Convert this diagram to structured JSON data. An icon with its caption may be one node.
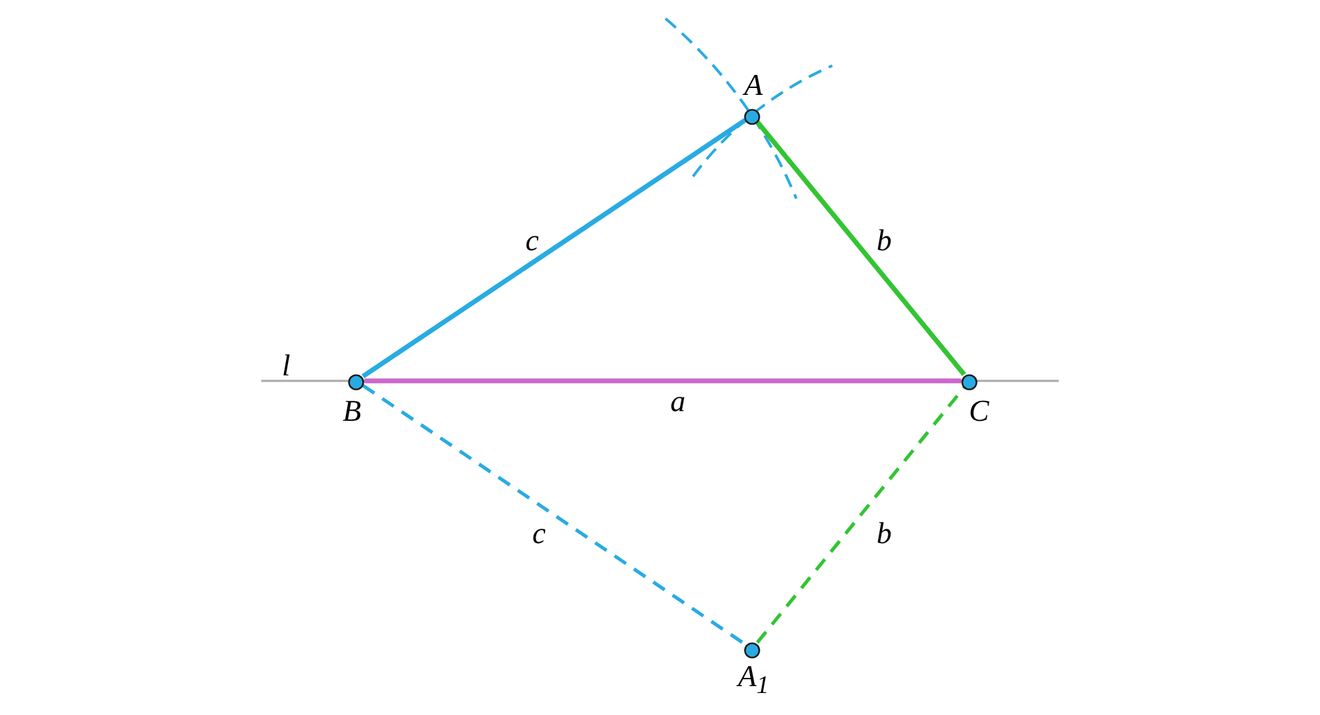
{
  "diagram": {
    "nodes": [
      {
        "text": [],
        "shape": "circle",
        "beside": [
          "A"
        ]
      },
      {
        "text": [],
        "shape": "circle",
        "beside": [
          "B"
        ]
      },
      {
        "text": [],
        "shape": "circle",
        "beside": [
          "C"
        ]
      },
      {
        "text": [],
        "shape": "circle",
        "beside": [
          "A$_{1}$"
        ]
      }
    ],
    "edges": [
      {
        "from": 1,
        "to": 0,
        "arrow": "none",
        "label": "c",
        "color": "#29abe2"
      },
      {
        "from": 0,
        "to": 2,
        "arrow": "none",
        "label": "b",
        "color": "#33c433"
      },
      {
        "from": 1,
        "to": 2,
        "arrow": "none",
        "label": "a",
        "color": "#cc66cc"
      },
      {
        "from": 1,
        "to": 3,
        "arrow": "none",
        "label": "c",
        "color": "#29abe2",
        "style": "dashed"
      },
      {
        "from": 3,
        "to": 2,
        "arrow": "none",
        "label": "b",
        "color": "#33c433",
        "style": "dashed"
      }
    ],
    "labels": [
      "l"
    ]
  }
}
